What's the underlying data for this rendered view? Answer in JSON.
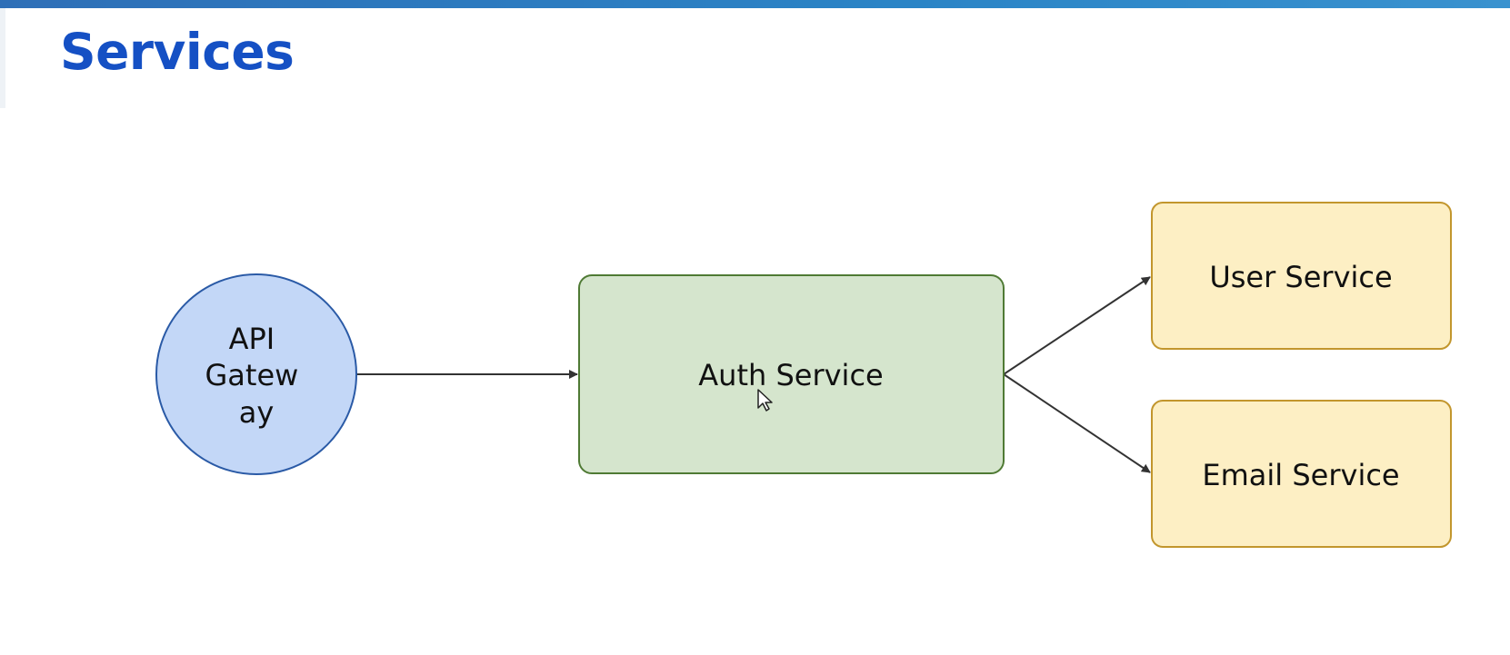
{
  "slide": {
    "title": "Services"
  },
  "colors": {
    "title": "#1550c4",
    "top_bar": "#2a84c6",
    "gateway_fill": "#c3d7f7",
    "gateway_stroke": "#2a5aa6",
    "auth_fill": "#d5e5cd",
    "auth_stroke": "#4f7a34",
    "service_fill": "#fdefc4",
    "service_stroke": "#c2962d",
    "edge": "#333333"
  },
  "diagram": {
    "nodes": [
      {
        "id": "gateway",
        "shape": "circle",
        "label_lines": [
          "API",
          "Gatew",
          "ay"
        ]
      },
      {
        "id": "auth",
        "shape": "rounded-rect",
        "label": "Auth Service"
      },
      {
        "id": "user",
        "shape": "rounded-rect",
        "label": "User Service"
      },
      {
        "id": "email",
        "shape": "rounded-rect",
        "label": "Email Service"
      }
    ],
    "edges": [
      {
        "from": "gateway",
        "to": "auth"
      },
      {
        "from": "auth",
        "to": "user"
      },
      {
        "from": "auth",
        "to": "email"
      }
    ]
  }
}
